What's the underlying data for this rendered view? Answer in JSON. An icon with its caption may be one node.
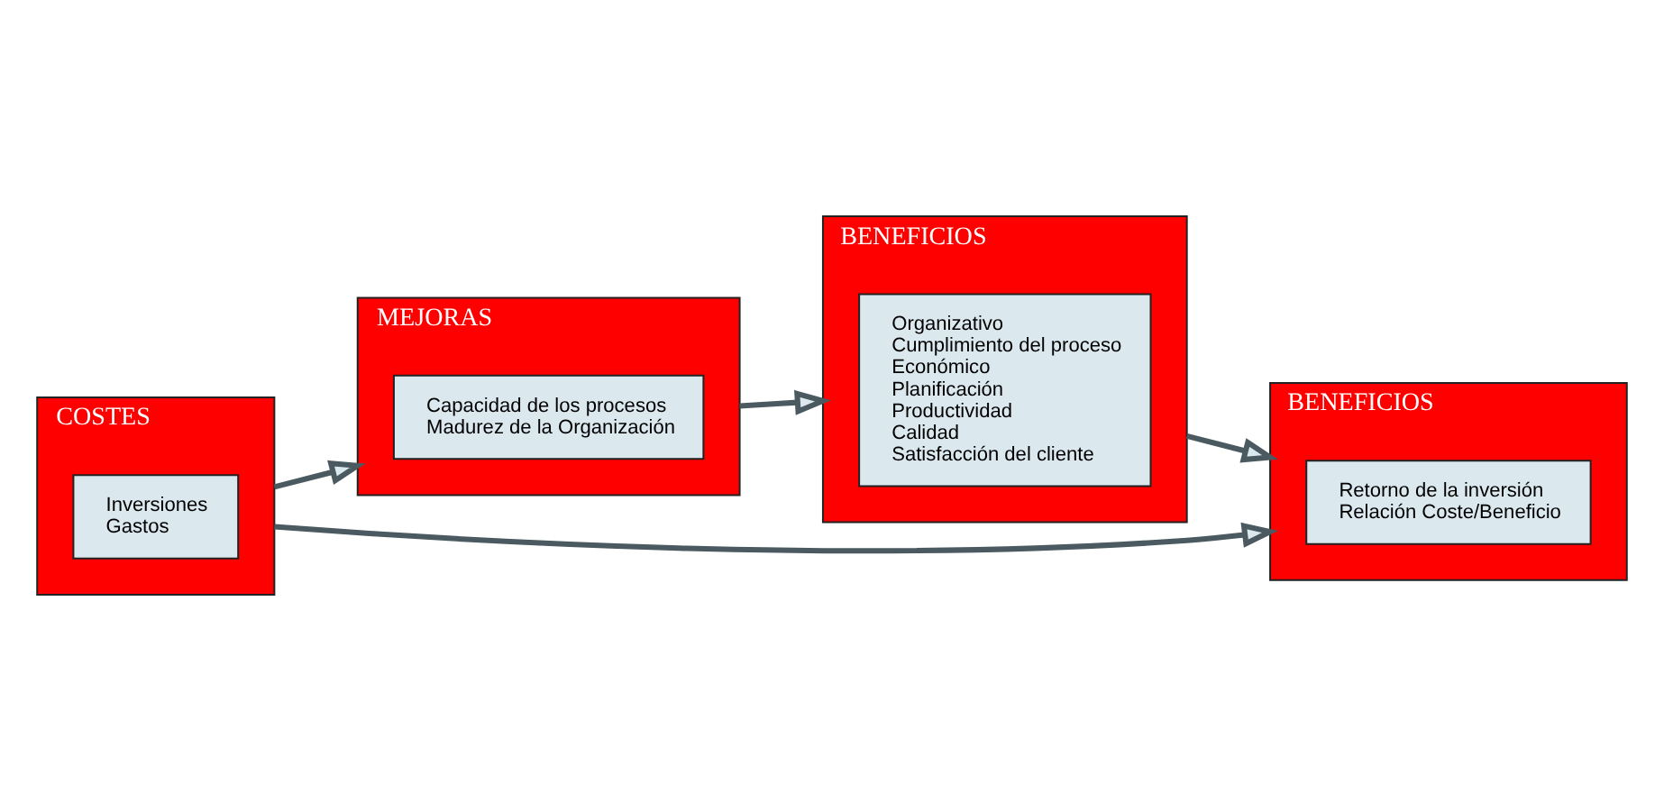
{
  "diagram": {
    "nodes": [
      {
        "text": [
          "COSTES"
        ]
      },
      {
        "text": [
          "Inversiones",
          "Gastos"
        ],
        "in": 0
      },
      {
        "text": [
          "MEJORAS"
        ]
      },
      {
        "text": [
          "Capacidad de los procesos",
          "Madurez de la Organización"
        ],
        "in": 2
      },
      {
        "text": [
          "BENEFICIOS"
        ]
      },
      {
        "text": [
          "Organizativo",
          "Cumplimiento del proceso",
          "Económico",
          "Planificación",
          "Productividad",
          "Calidad",
          "Satisfacción del cliente"
        ],
        "in": 4
      },
      {
        "text": [
          "BENEFICIOS"
        ]
      },
      {
        "text": [
          "Retorno de la inversión",
          "Relación Coste/Beneficio"
        ],
        "in": 6
      }
    ],
    "edges": [
      {
        "from": 0,
        "to": 2,
        "arrow": "to"
      },
      {
        "from": 0,
        "to": 6,
        "arrow": "to"
      },
      {
        "from": 2,
        "to": 4,
        "arrow": "to"
      },
      {
        "from": 4,
        "to": 6,
        "arrow": "to"
      }
    ]
  }
}
